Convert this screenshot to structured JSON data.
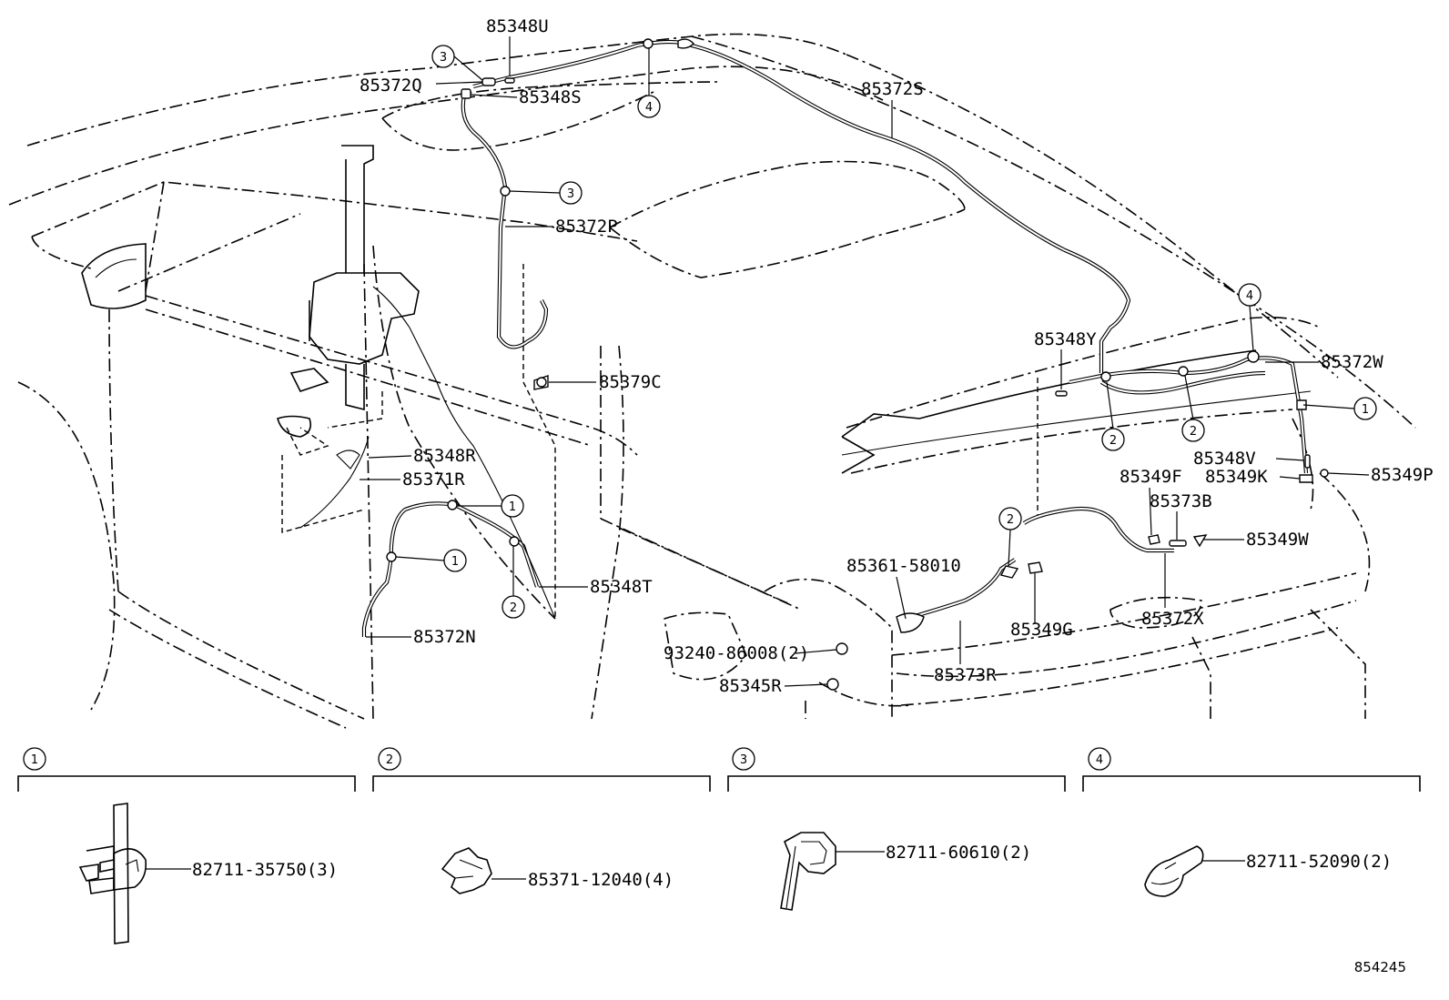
{
  "labels": {
    "p85348U": "85348U",
    "p85372Q": "85372Q",
    "p85348S": "85348S",
    "p85372S": "85372S",
    "p85372P": "85372P",
    "p85379C": "85379C",
    "p85348R": "85348R",
    "p85371R": "85371R",
    "p85348T": "85348T",
    "p85372N": "85372N",
    "p85348Y": "85348Y",
    "p85372W": "85372W",
    "p85348V": "85348V",
    "p85349K": "85349K",
    "p85349P": "85349P",
    "p85349F": "85349F",
    "p85373B": "85373B",
    "p85349W": "85349W",
    "p85361": "85361-58010",
    "p93240": "93240-86008(2)",
    "p85345R": "85345R",
    "p85349G": "85349G",
    "p85372X": "85372X",
    "p85373R": "85373R"
  },
  "callouts": {
    "one": "1",
    "two": "2",
    "three": "3",
    "four": "4"
  },
  "legend": [
    {
      "num": "1",
      "part": "82711-35750(3)"
    },
    {
      "num": "2",
      "part": "85371-12040(4)"
    },
    {
      "num": "3",
      "part": "82711-60610(2)"
    },
    {
      "num": "4",
      "part": "82711-52090(2)"
    }
  ],
  "ref_code": "854245"
}
